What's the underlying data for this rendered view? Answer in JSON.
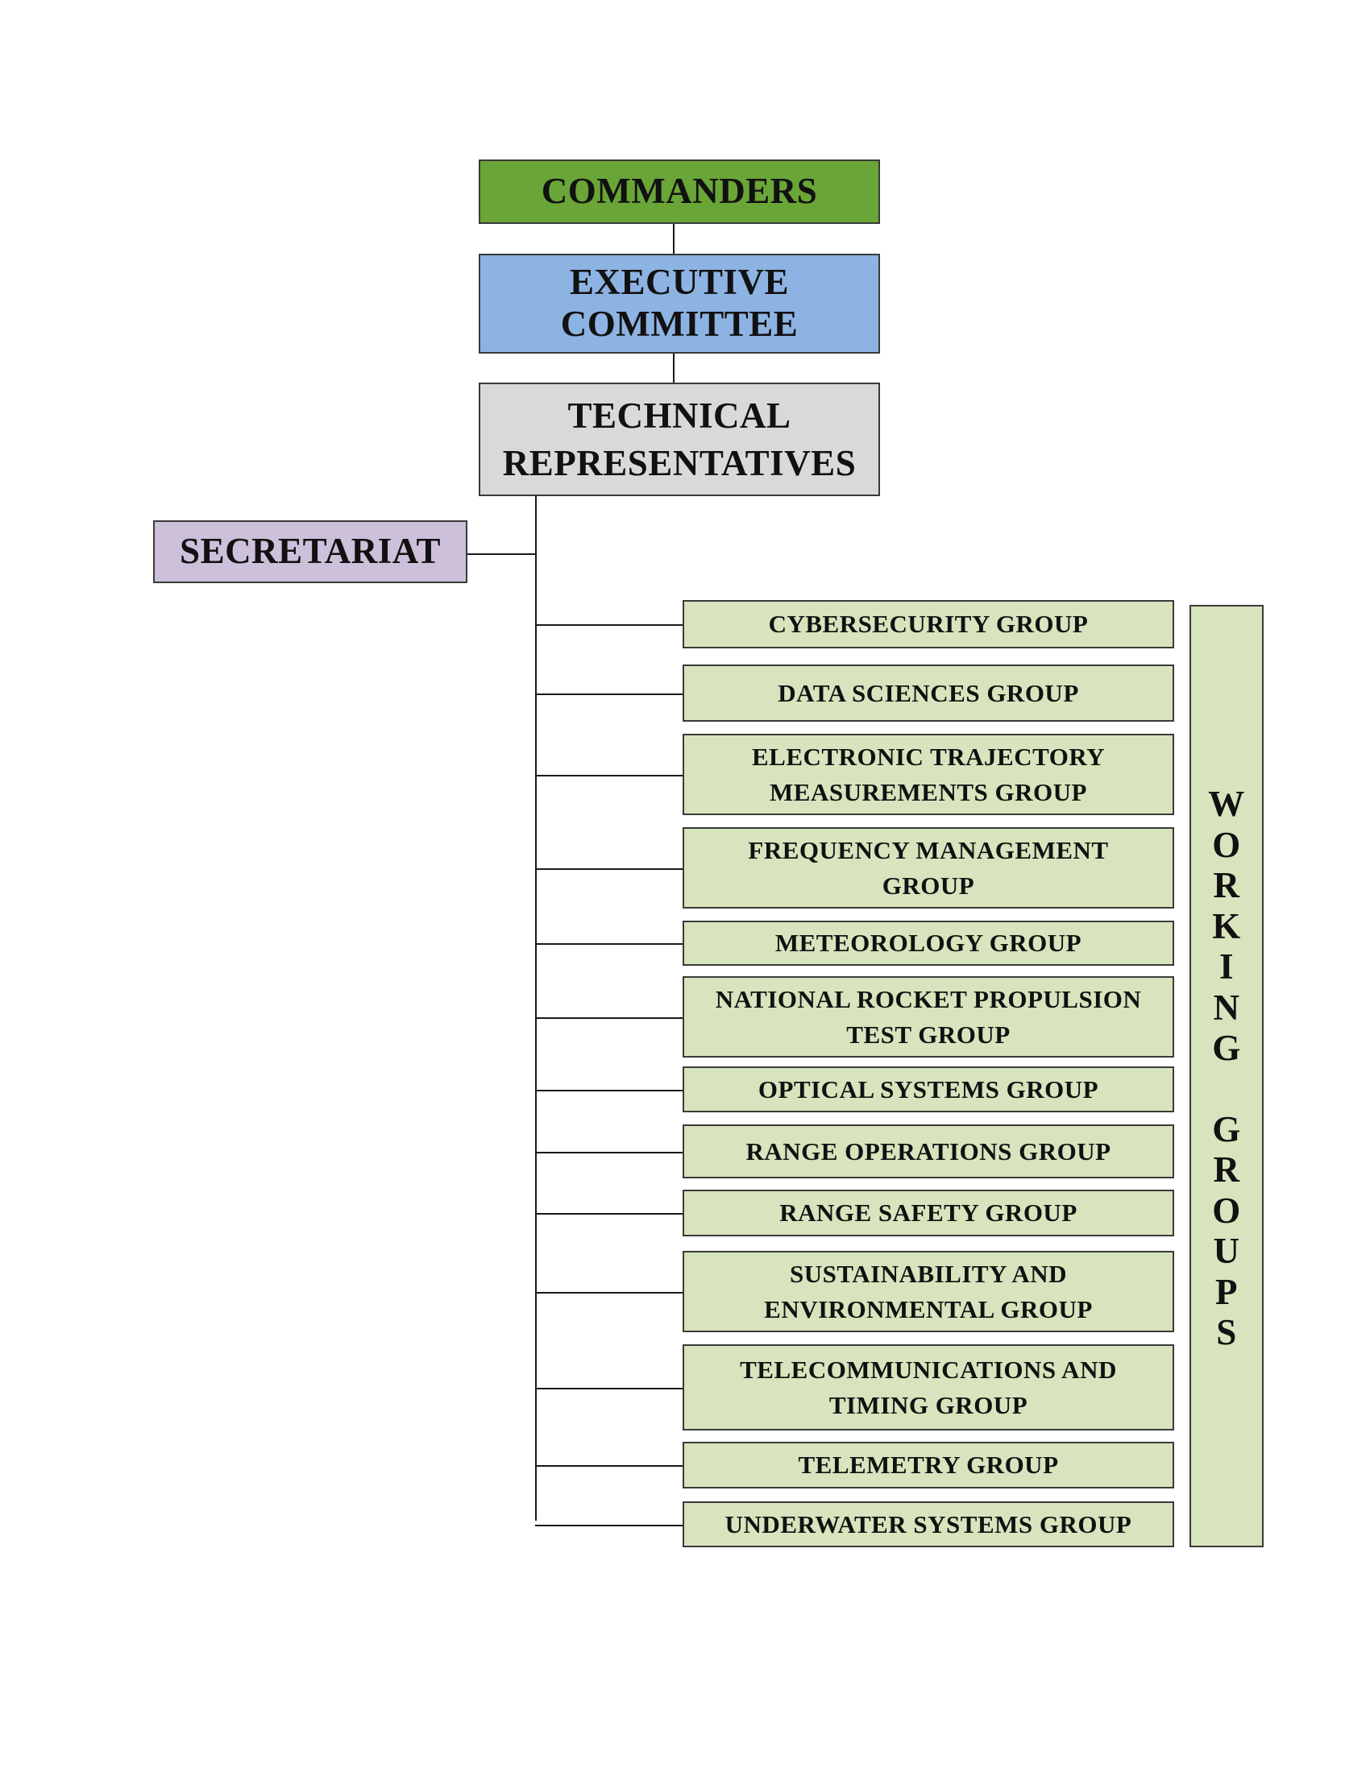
{
  "top": {
    "commanders": "COMMANDERS",
    "executive_line1": "EXECUTIVE",
    "executive_line2": "COMMITTEE",
    "technical_line1": "TECHNICAL",
    "technical_line2": "REPRESENTATIVES",
    "secretariat": "SECRETARIAT"
  },
  "groups": [
    {
      "line1": "CYBERSECURITY GROUP"
    },
    {
      "line1": "DATA SCIENCES GROUP"
    },
    {
      "line1": "ELECTRONIC TRAJECTORY",
      "line2": "MEASUREMENTS GROUP"
    },
    {
      "line1": "FREQUENCY MANAGEMENT",
      "line2": "GROUP"
    },
    {
      "line1": "METEOROLOGY GROUP"
    },
    {
      "line1": "NATIONAL ROCKET PROPULSION",
      "line2": "TEST GROUP"
    },
    {
      "line1": "OPTICAL SYSTEMS GROUP"
    },
    {
      "line1": "RANGE OPERATIONS GROUP"
    },
    {
      "line1": "RANGE SAFETY GROUP"
    },
    {
      "line1": "SUSTAINABILITY AND",
      "line2": "ENVIRONMENTAL GROUP"
    },
    {
      "line1": "TELECOMMUNICATIONS AND",
      "line2": "TIMING GROUP"
    },
    {
      "line1": "TELEMETRY GROUP"
    },
    {
      "line1": "UNDERWATER SYSTEMS GROUP"
    }
  ],
  "working_groups_label": "WORKING GROUPS",
  "colors": {
    "commanders": "#6aa537",
    "executive": "#8db3e2",
    "technical": "#d9d9d9",
    "secretariat": "#ccc0da",
    "working_groups": "#d7e4bd"
  }
}
